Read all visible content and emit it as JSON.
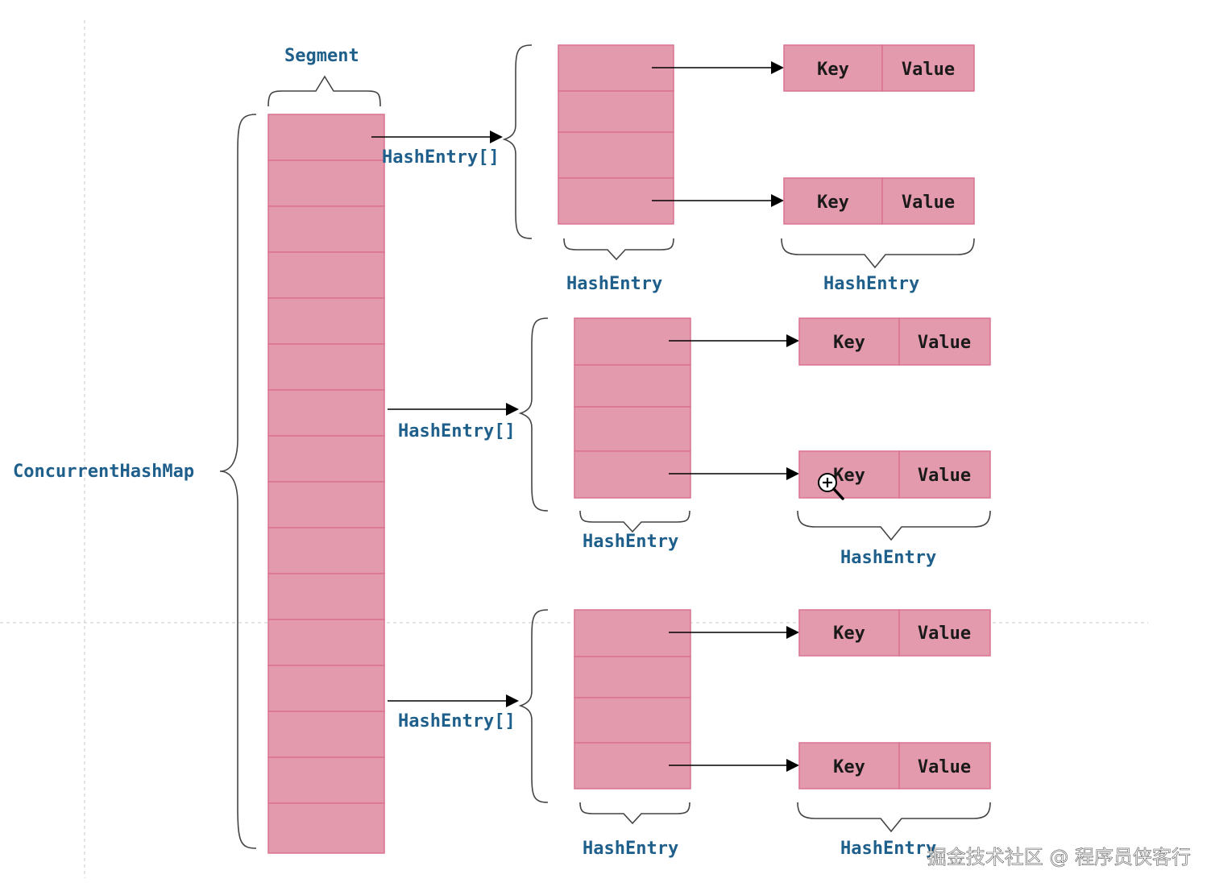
{
  "labels": {
    "segment": "Segment",
    "concurrent_hash_map": "ConcurrentHashMap",
    "hash_entry_array": "HashEntry[]",
    "hash_entry": "HashEntry",
    "key": "Key",
    "value": "Value"
  },
  "watermark": "掘金技术社区 @ 程序员侠客行",
  "colors": {
    "cell_fill": "#e49aad",
    "cell_border": "#d9738f",
    "label_text": "#1f5f8b",
    "background": "#ffffff"
  },
  "icons": [
    "zoom-in-cursor-icon"
  ],
  "structure": {
    "segment_cells": 16,
    "hash_entry_groups": 3,
    "hash_entry_cells_per_group": 4,
    "key_value_pairs_per_group": 2
  }
}
